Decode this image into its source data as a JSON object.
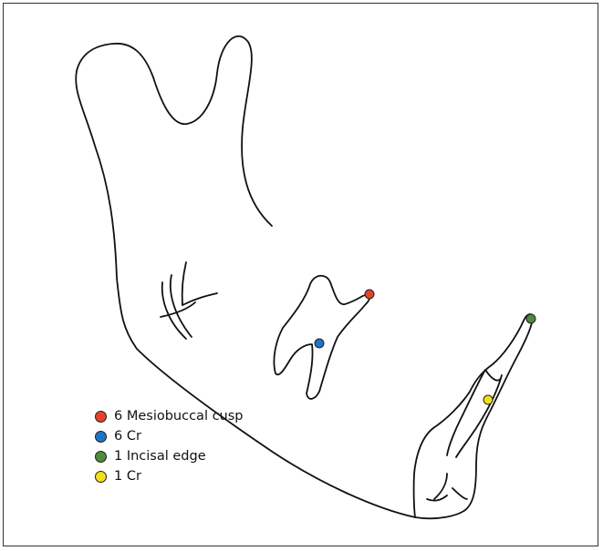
{
  "legend": {
    "items": [
      {
        "label": "6 Mesiobuccal cusp",
        "color": "#e4432a"
      },
      {
        "label": "6 Cr",
        "color": "#1f74c6"
      },
      {
        "label": "1 Incisal edge",
        "color": "#4f8a3e"
      },
      {
        "label": "1 Cr",
        "color": "#f2de1a"
      }
    ]
  },
  "landmarks": [
    {
      "name": "6 Mesiobuccal cusp",
      "color": "#e4432a"
    },
    {
      "name": "6 Cr",
      "color": "#1f74c6"
    },
    {
      "name": "1 Incisal edge",
      "color": "#4f8a3e"
    },
    {
      "name": "1 Cr",
      "color": "#f2de1a"
    }
  ]
}
